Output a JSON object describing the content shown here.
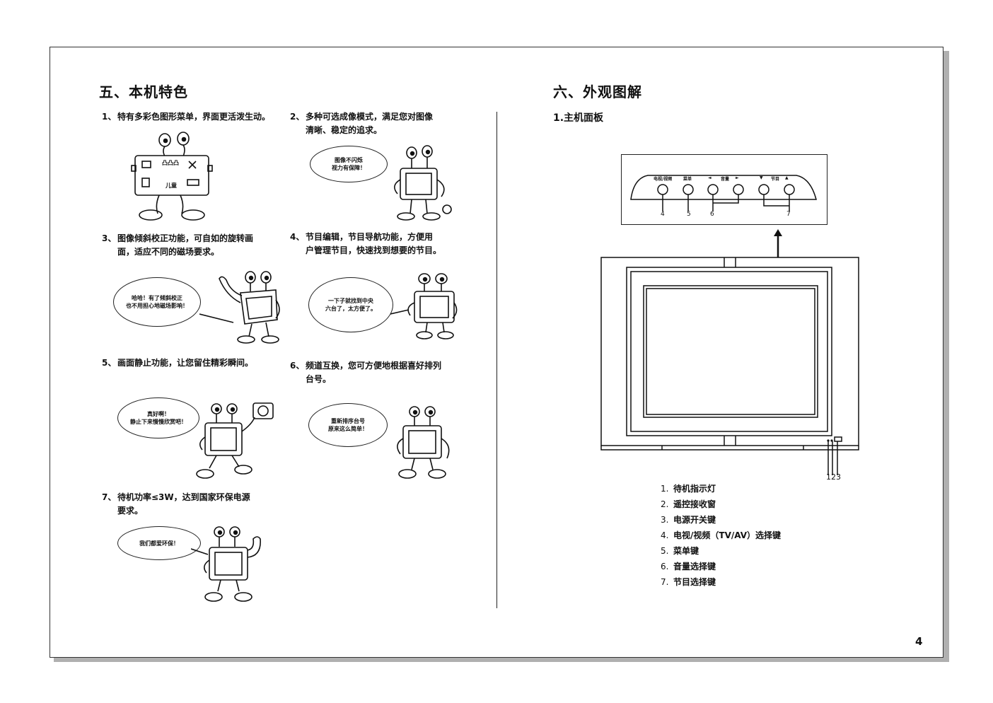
{
  "page_number": "4",
  "left_section": {
    "title": "五、本机特色",
    "features": [
      {
        "num": "1、",
        "line1": "特有多彩色图形菜单，界面更活泼生动。",
        "line2": ""
      },
      {
        "num": "2、",
        "line1": "多种可选成像模式，满足您对图像",
        "line2": "清晰、稳定的追求。"
      },
      {
        "num": "3、",
        "line1": "图像倾斜校正功能，可自如的旋转画",
        "line2": "面，适应不同的磁场要求。"
      },
      {
        "num": "4、",
        "line1": "节目编辑，节目导航功能，方便用",
        "line2": "户管理节目，快速找到想要的节目。"
      },
      {
        "num": "5、",
        "line1": "画面静止功能，让您留住精彩瞬间。",
        "line2": ""
      },
      {
        "num": "6、",
        "line1": "频道互换，您可方便地根据喜好排列",
        "line2": "台号。"
      },
      {
        "num": "7、",
        "line1": "待机功率≤3W，达到国家环保电源",
        "line2": "要求。"
      }
    ],
    "bubbles": {
      "b2": [
        "图像不闪烁",
        "视力有保障！"
      ],
      "b3": [
        "哈哈！有了倾斜校正",
        "也不用担心地磁场影响！"
      ],
      "b4": [
        "一下子就找到中央",
        "六台了，太方便了。"
      ],
      "b5": [
        "真好啊！",
        "静止下来慢慢欣赏吧！"
      ],
      "b6": [
        "重新排序台号",
        "原来这么简单！"
      ],
      "b7": [
        "我们都爱环保！"
      ]
    },
    "menu_card": {
      "item1": "凸凸凸",
      "item2": "儿童"
    }
  },
  "right_section": {
    "title": "六、外观图解",
    "subtitle": "1.主机面板",
    "panel": {
      "labels": [
        "电视/视频",
        "菜单",
        "◄",
        "音量",
        "►",
        "▼",
        "节目",
        "▲"
      ],
      "callouts": [
        "4",
        "5",
        "6",
        "7"
      ]
    },
    "tv_callouts": "123",
    "legend": [
      {
        "n": "1.",
        "text": "待机指示灯"
      },
      {
        "n": "2.",
        "text": "遥控接收窗"
      },
      {
        "n": "3.",
        "text": "电源开关键"
      },
      {
        "n": "4.",
        "text": "电视/视频（TV/AV）选择键"
      },
      {
        "n": "5.",
        "text": "菜单键"
      },
      {
        "n": "6.",
        "text": "音量选择键"
      },
      {
        "n": "7.",
        "text": "节目选择键"
      }
    ]
  }
}
